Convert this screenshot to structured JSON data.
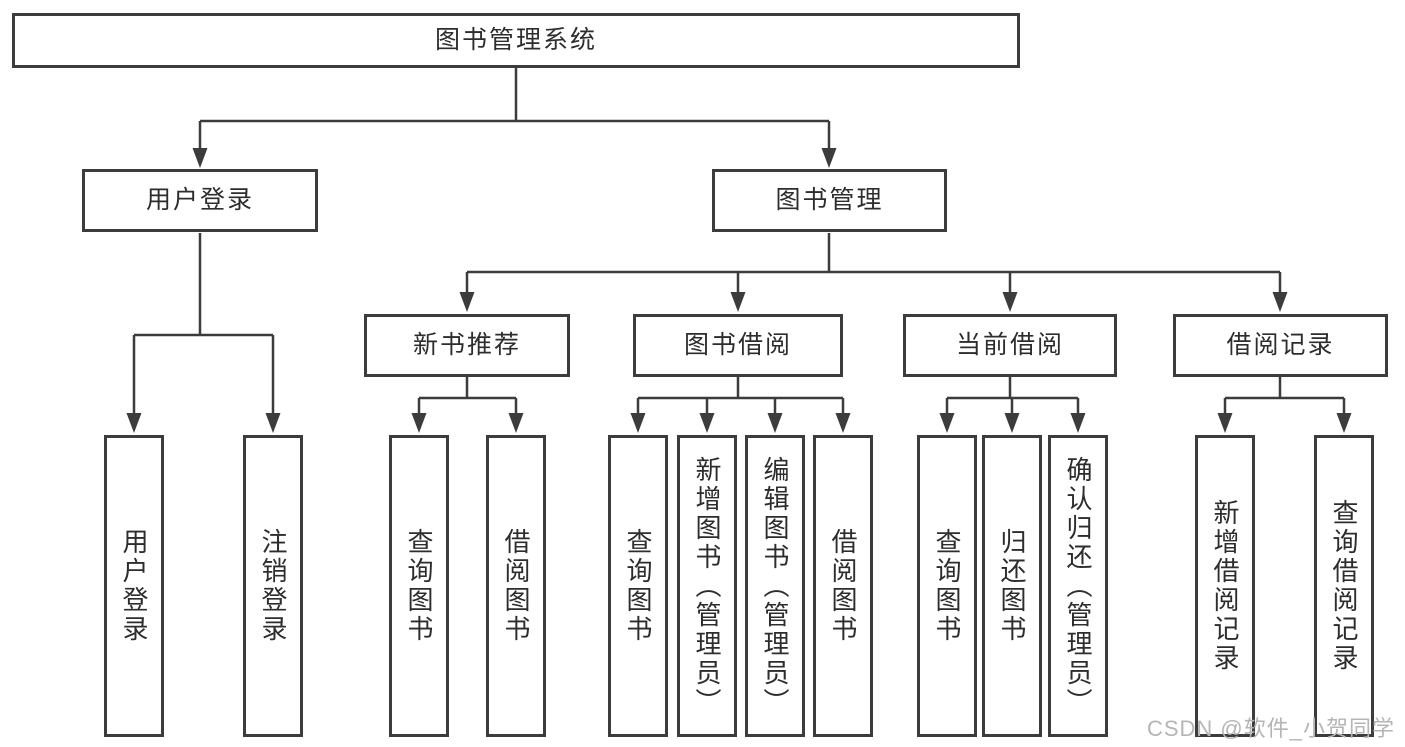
{
  "diagram": {
    "type": "hierarchy-tree",
    "root": {
      "label": "图书管理系统",
      "children": [
        {
          "label": "用户登录",
          "children": [
            {
              "label": "用户登录"
            },
            {
              "label": "注销登录"
            }
          ]
        },
        {
          "label": "图书管理",
          "children": [
            {
              "label": "新书推荐",
              "children": [
                {
                  "label": "查询图书"
                },
                {
                  "label": "借阅图书"
                }
              ]
            },
            {
              "label": "图书借阅",
              "children": [
                {
                  "label": "查询图书"
                },
                {
                  "label": "新增图书（管理员）"
                },
                {
                  "label": "编辑图书（管理员）"
                },
                {
                  "label": "借阅图书"
                }
              ]
            },
            {
              "label": "当前借阅",
              "children": [
                {
                  "label": "查询图书"
                },
                {
                  "label": "归还图书"
                },
                {
                  "label": "确认归还（管理员）"
                }
              ]
            },
            {
              "label": "借阅记录",
              "children": [
                {
                  "label": "新增借阅记录"
                },
                {
                  "label": "查询借阅记录"
                }
              ]
            }
          ]
        }
      ]
    }
  },
  "watermark": {
    "text": "CSDN @软件_小贺同学",
    "color": "#b5b5b5"
  },
  "colors": {
    "line": "#3c3c3c",
    "text": "#2d2d2d",
    "box_background": "#ffffff",
    "page_background": "#ffffff"
  }
}
